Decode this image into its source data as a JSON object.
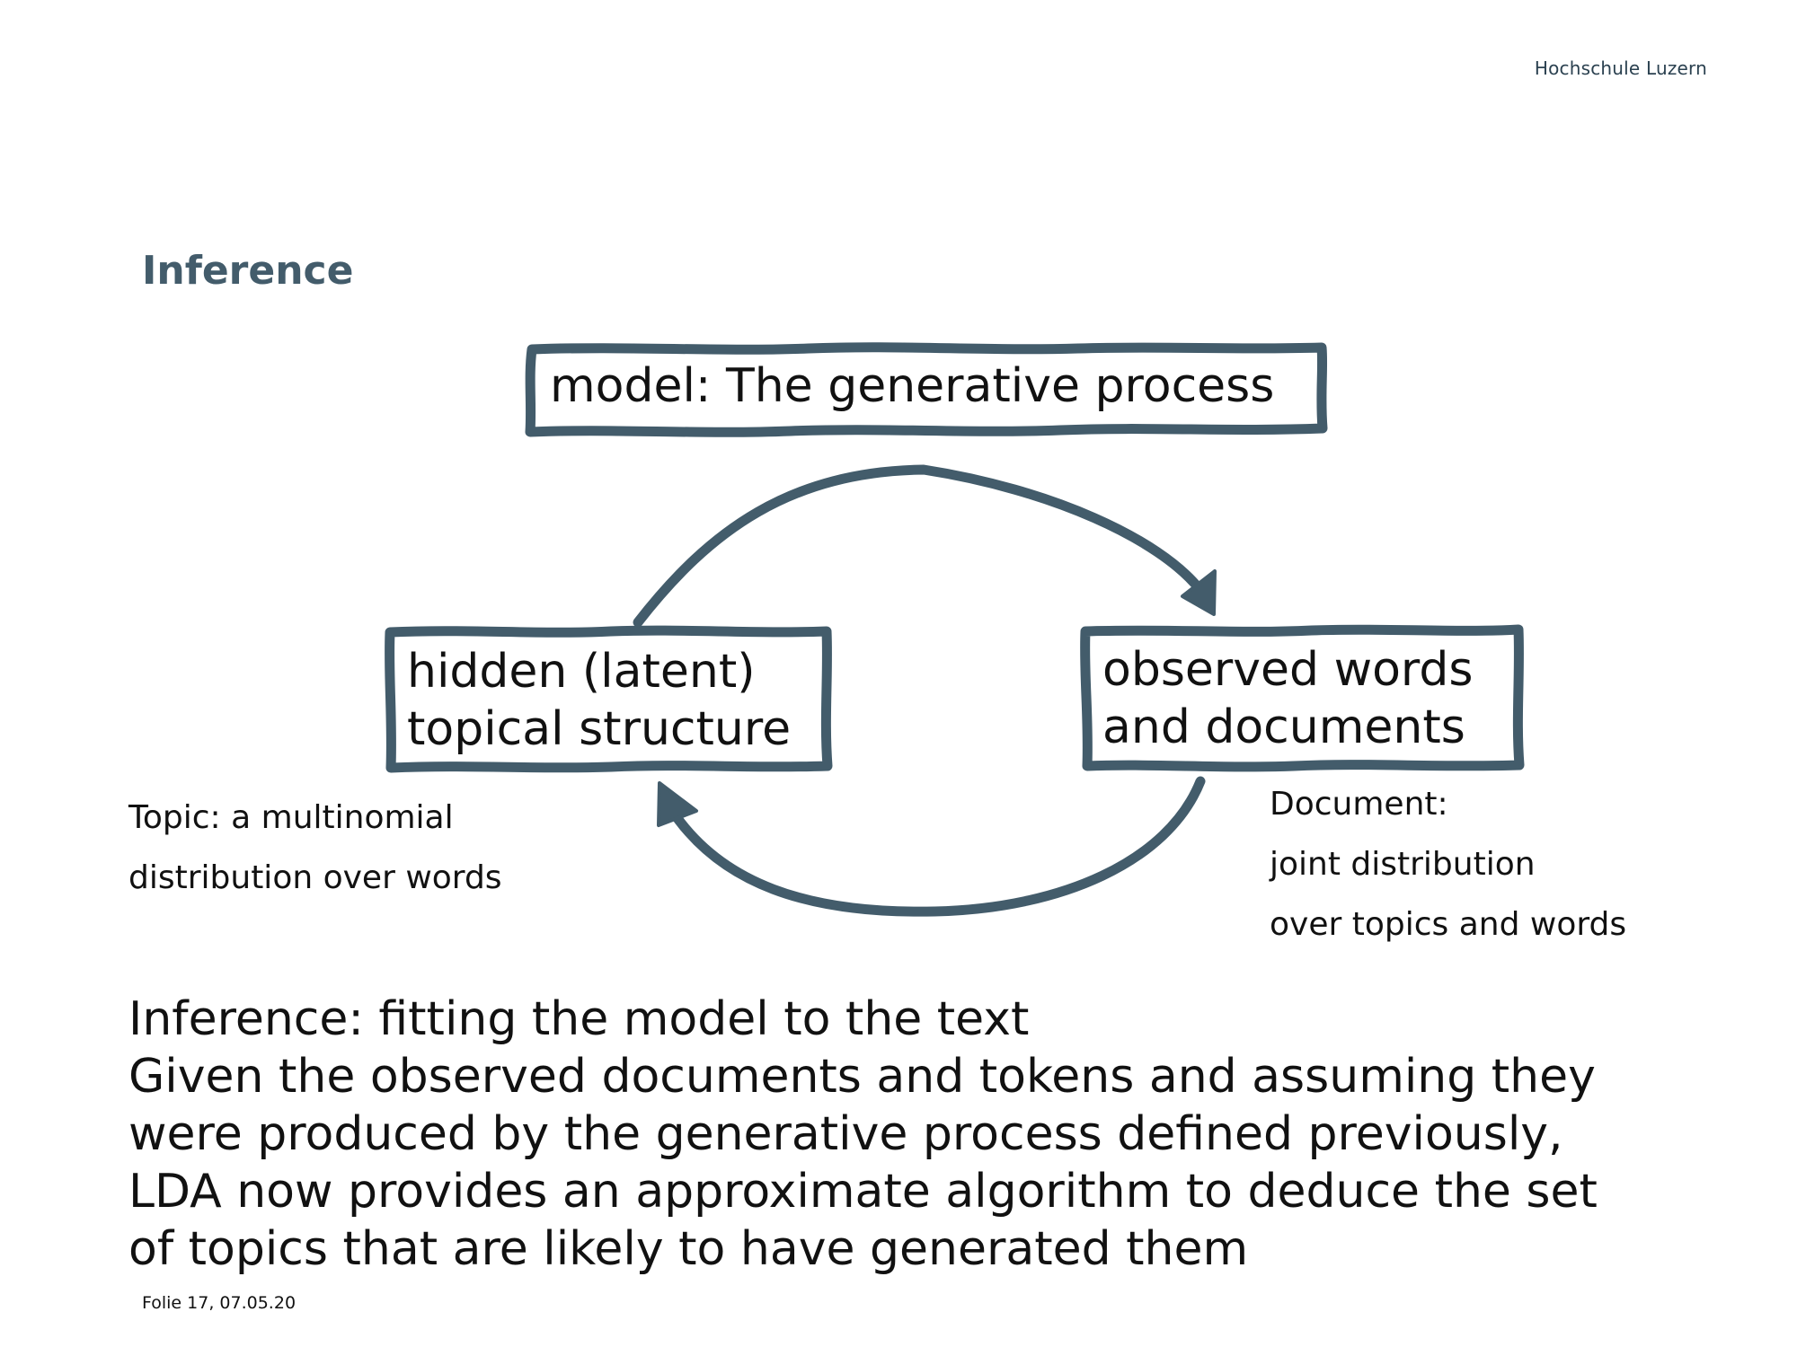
{
  "header": {
    "logo_text": "Hochschule Luzern"
  },
  "slide": {
    "title": "Inference"
  },
  "diagram": {
    "model_box": "model: The generative process",
    "hidden_box": {
      "line1": "hidden (latent)",
      "line2": "topical structure"
    },
    "observed_box": {
      "line1": "observed words",
      "line2": "and documents"
    },
    "topic_note": {
      "line1": "Topic: a multinomial",
      "line2": "distribution over words"
    },
    "document_note": {
      "line1": "Document:",
      "line2": "joint distribution",
      "line3": "over topics and words"
    },
    "stroke_color": "#435c6b"
  },
  "body": {
    "lines": [
      "Inference: fitting the model to the text",
      "Given the observed documents and tokens and assuming they",
      "were produced by the generative process defined previously,",
      "LDA now provides an approximate algorithm to deduce the set",
      "of topics that are likely to have generated them"
    ]
  },
  "footer": {
    "text": "Folie  17, 07.05.20"
  }
}
